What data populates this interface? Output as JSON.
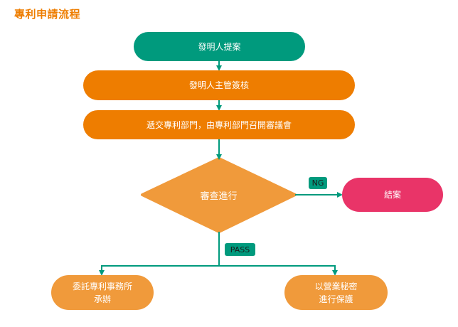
{
  "title": "專利申請流程",
  "colors": {
    "title": "#ee7d00",
    "start": "#009a7d",
    "process": "#ee7d00",
    "decision": "#f09a3b",
    "terminal_end": "#e93468",
    "outcome": "#f09a3b",
    "connector": "#009a7d"
  },
  "nodes": {
    "start": "發明人提案",
    "supervisor_review": "發明人主管簽核",
    "submit": "遞交專利部門，由專利部門召開審議會",
    "decision": "審查進行",
    "close": "結案",
    "agency": [
      "委託專利事務所",
      "承辦"
    ],
    "trade_secret": [
      "以營業秘密",
      "進行保護"
    ]
  },
  "edges": {
    "ng_label": "NG",
    "pass_label": "PASS"
  }
}
